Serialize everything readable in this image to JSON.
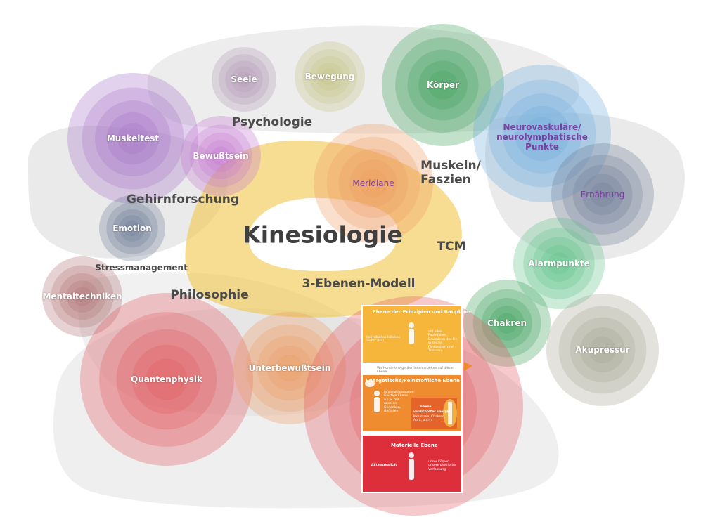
{
  "center": {
    "label": "Kinesiologie"
  },
  "topics": {
    "psychologie": "Psychologie",
    "gehirnforschung": "Gehirnforschung",
    "stressmanagement": "Stressmanagement",
    "philosophie": "Philosophie",
    "muskeln_faszien_line1": "Muskeln/",
    "muskeln_faszien_line2": "Faszien",
    "tcm": "TCM",
    "ebenen_modell": "3-Ebenen-Modell"
  },
  "nodes": {
    "seele": "Seele",
    "bewegung": "Bewegung",
    "koerper": "Körper",
    "muskeltest": "Muskeltest",
    "bewusstsein": "Bewußtsein",
    "meridiane": "Meridiane",
    "neuro_line1": "Neurovaskuläre/",
    "neuro_line2": "neurolymphatische",
    "neuro_line3": "Punkte",
    "ernaehrung": "Ernährung",
    "emotion": "Emotion",
    "alarmpunkte": "Alarmpunkte",
    "mentaltechniken": "Mentaltechniken",
    "chakren": "Chakren",
    "akupressur": "Akupressur",
    "quantenphysik": "Quantenphysik",
    "unterbewusstsein": "Unterbewußtsein"
  },
  "infographic": {
    "top_title": "Ebene der Prinzipien und Baupläne",
    "top_left": "Individuelles höheres Selbst (HS)",
    "top_right": "mit allen Potentialen, Bauplänen des Ich in seinen Fähigkeiten und Talenten",
    "band_note": "Wir Humanenergetiker/innen arbeiten auf dieser Ebene",
    "mid_title": "Energetische/Feinstoffliche Ebene",
    "mid_left": "Informationsebene: Geistige Ebene u.s.w. mit unseren Gedanken, Gefühlen",
    "mid_box_title": "Ebene",
    "mid_box_sub": "verdichteter Energie",
    "mid_box_items": "Meridiane, Chakren, Aura, u.v.m.",
    "bottom_title": "Materielle Ebene",
    "bottom_left": "Alltagsrealität",
    "bottom_right": "unser Körper, unsere physische Verfassung"
  },
  "colors": {
    "yellow_center": "#f0c64a",
    "purple": "#a673c6",
    "magenta": "#c47ad0",
    "mauve": "#b49cb8",
    "olive": "#c7c48a",
    "green": "#3fa35c",
    "blue": "#6faee0",
    "slate": "#6f7d98",
    "mint": "#5fc28a",
    "red": "#e2585f",
    "orange": "#ee9a62",
    "rose": "#b07272",
    "taupe": "#a7a694",
    "blob_grey": "#d9d9d9"
  }
}
